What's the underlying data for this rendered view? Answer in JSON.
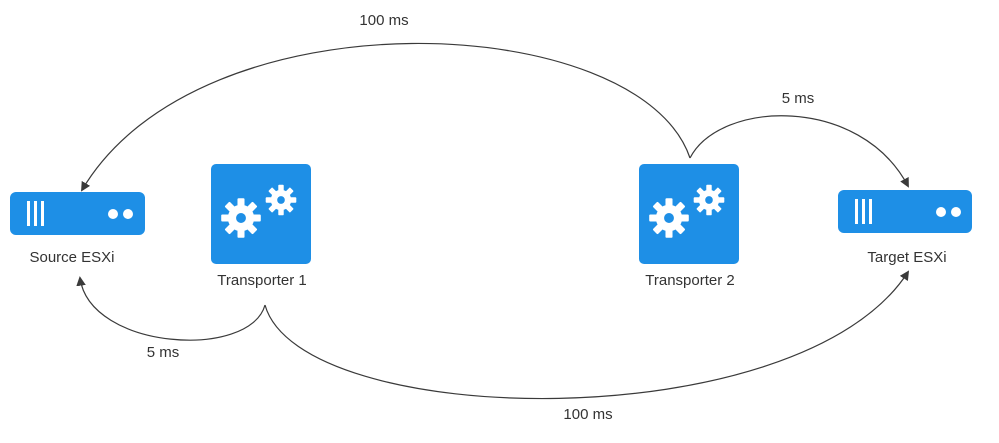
{
  "nodes": {
    "source": {
      "label": "Source ESXi"
    },
    "transporter1": {
      "label": "Transporter 1"
    },
    "transporter2": {
      "label": "Transporter 2"
    },
    "target": {
      "label": "Target ESXi"
    }
  },
  "links": {
    "t2_to_source": {
      "latency": "100 ms"
    },
    "t2_to_target": {
      "latency": "5 ms"
    },
    "t1_to_source": {
      "latency": "5 ms"
    },
    "t1_to_target": {
      "latency": "100 ms"
    }
  },
  "colors": {
    "node_fill": "#1e8fe6",
    "icon_fill": "#ffffff",
    "line": "#3a3a3a"
  },
  "icons": {
    "server": "server-icon",
    "transporter": "gears-icon"
  }
}
